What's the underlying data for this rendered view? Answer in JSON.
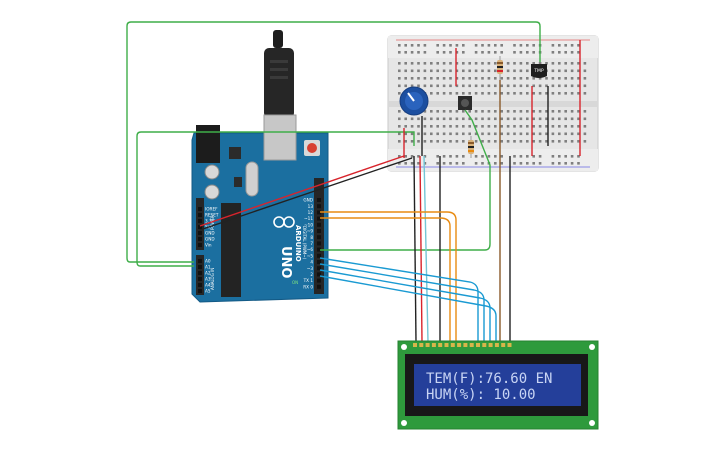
{
  "arduino": {
    "brand": "ARDUINO",
    "model": "UNO",
    "digital_label": "DIGITAL (PWM~)",
    "analog_label": "ANALOG IN",
    "power_label": "POWER",
    "led_on": "ON",
    "pins_digital": [
      "GND",
      "13",
      "12",
      "~11",
      "~10",
      "~9",
      "8",
      "7",
      "~6",
      "~5",
      "4",
      "~3",
      "2",
      "TX 1",
      "RX 0"
    ],
    "pins_power": [
      "IOREF",
      "RESET",
      "3.3V",
      "5V",
      "GND",
      "GND",
      "Vin"
    ],
    "pins_analog": [
      "A0",
      "A1",
      "A2",
      "A3",
      "A4",
      "A5"
    ]
  },
  "sensor": {
    "label": "TMP"
  },
  "lcd": {
    "line1": "TEM(F):76.60 EN",
    "line2": "HUM(%): 10.00",
    "colors": {
      "body": "#2e9a3c",
      "screen": "#243f9a",
      "text": "#c8d4f4"
    }
  },
  "wire_colors": {
    "green": "#3fae49",
    "red": "#d8242c",
    "black": "#222222",
    "orange": "#e88b12",
    "blue": "#1a9ad2",
    "brown": "#8a5a2b",
    "cyan": "#74c6d6"
  }
}
